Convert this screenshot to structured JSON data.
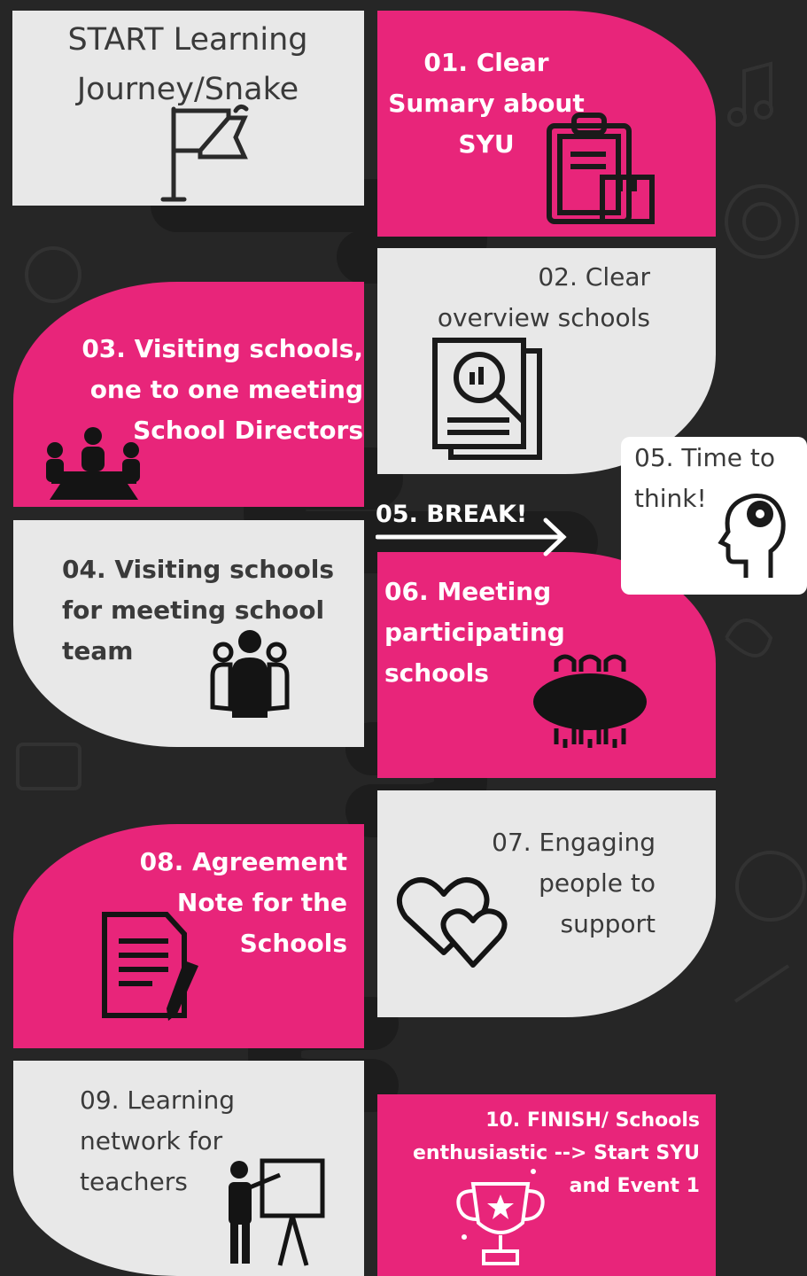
{
  "colors": {
    "background": "#262626",
    "pink": "#e8257a",
    "light": "#e8e8e8",
    "road": "#1d1d1d",
    "text_dark": "#3a3a3a",
    "text_light": "#ffffff"
  },
  "steps": {
    "start": {
      "text": "START Learning\nJourney/Snake",
      "icon": "flag-icon"
    },
    "s01": {
      "text": "01. Clear\nSumary about\nSYU",
      "icon": "clipboard-icon"
    },
    "s02": {
      "text": "02. Clear\noverview schools",
      "icon": "document-search-icon"
    },
    "s03": {
      "text": "03. Visiting schools,\none to one meeting\nSchool Directors",
      "icon": "meeting-table-icon"
    },
    "s04": {
      "text": "04. Visiting schools\nfor meeting school\nteam",
      "icon": "team-icon"
    },
    "break": {
      "text": "05. BREAK!",
      "icon": "arrow-right-icon"
    },
    "think": {
      "text": "05. Time to\nthink!",
      "icon": "head-gear-icon"
    },
    "s06": {
      "text": "06. Meeting\nparticipating\nschools",
      "icon": "conference-table-icon"
    },
    "s07": {
      "text": "07. Engaging\npeople to\nsupport",
      "icon": "hearts-icon"
    },
    "s08": {
      "text": "08. Agreement\nNote for the\nSchools",
      "icon": "document-pen-icon"
    },
    "s09": {
      "text": "09. Learning\nnetwork for\nteachers",
      "icon": "teacher-board-icon"
    },
    "s10": {
      "text": "10. FINISH/ Schools\nenthusiastic --> Start SYU\nand Event 1",
      "icon": "trophy-icon"
    }
  }
}
